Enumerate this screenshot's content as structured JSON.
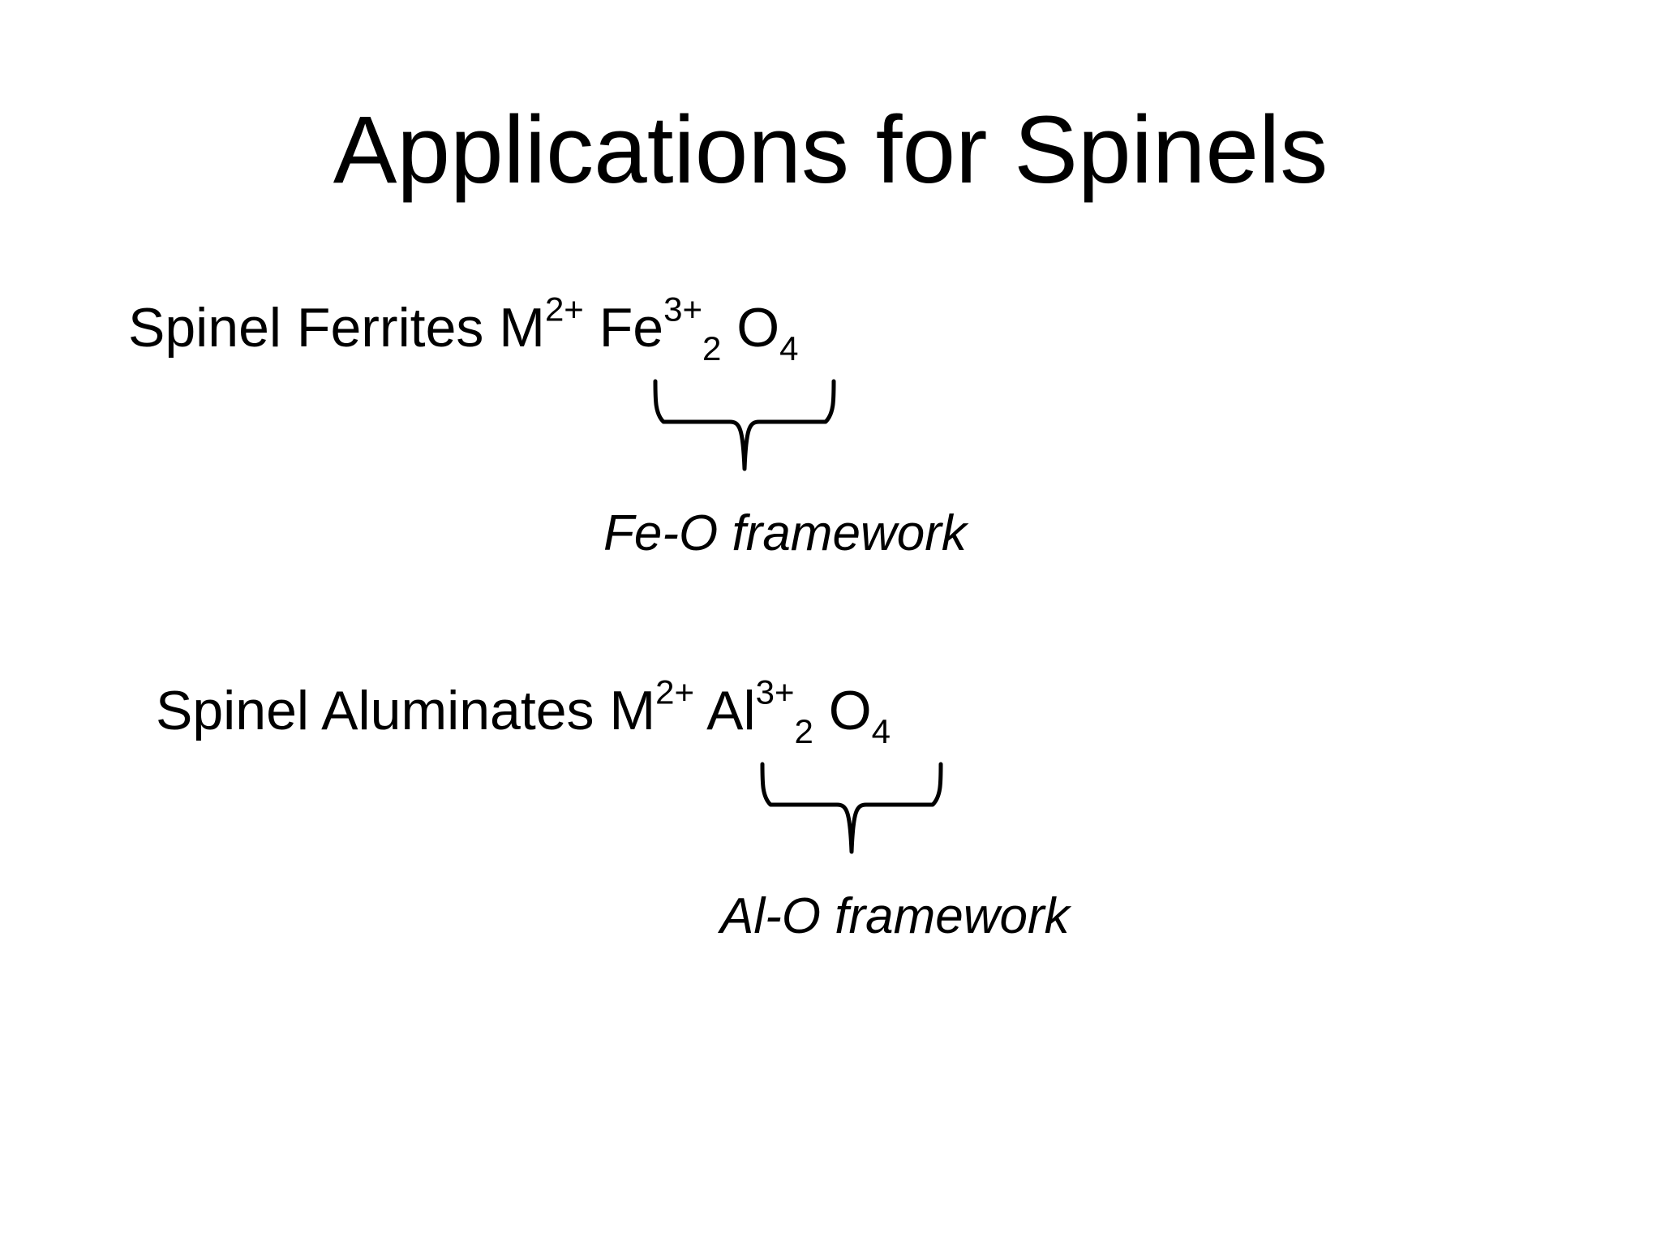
{
  "slide": {
    "title": "Applications for Spinels",
    "ferrites": {
      "label": "Spinel Ferrites ",
      "formula": {
        "a_symbol": "M",
        "a_charge": "2+",
        "b_symbol": "Fe",
        "b_charge": "3+",
        "b_count": "2",
        "o_symbol": "O",
        "o_count": "4"
      },
      "framework_caption": "Fe-O framework"
    },
    "aluminates": {
      "label": "Spinel Aluminates",
      "formula": {
        "a_symbol": "M",
        "a_charge": "2+",
        "b_symbol": "Al",
        "b_charge": "3+",
        "b_count": "2",
        "o_symbol": "O",
        "o_count": "4"
      },
      "framework_caption": "Al-O framework"
    }
  }
}
